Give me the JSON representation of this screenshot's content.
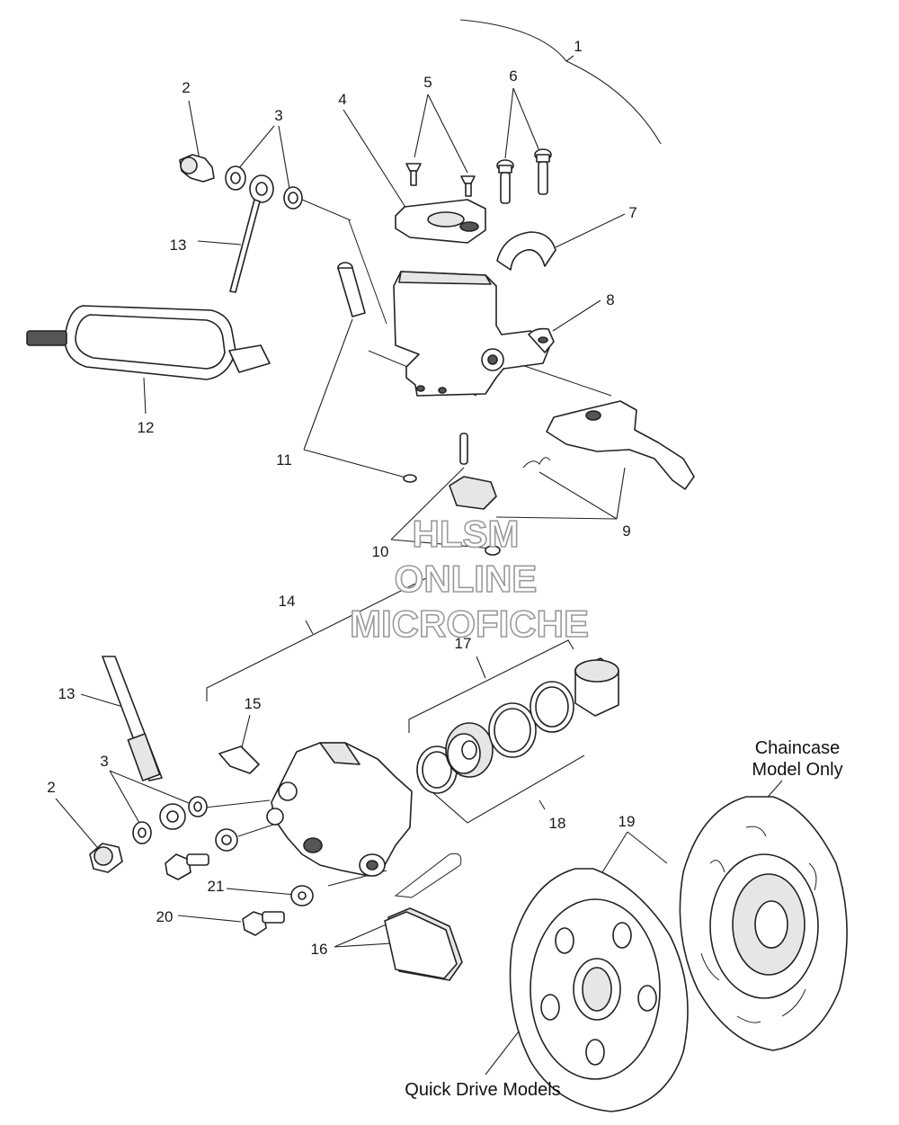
{
  "callouts": {
    "c1": "1",
    "c2a": "2",
    "c3a": "3",
    "c4": "4",
    "c5": "5",
    "c6": "6",
    "c7": "7",
    "c8": "8",
    "c9": "9",
    "c10": "10",
    "c11": "11",
    "c12": "12",
    "c13a": "13",
    "c14": "14",
    "c15": "15",
    "c17": "17",
    "c13b": "13",
    "c3b": "3",
    "c2b": "2",
    "c18": "18",
    "c19": "19",
    "c21": "21",
    "c20": "20",
    "c16": "16"
  },
  "notes": {
    "chaincase_line1": "Chaincase",
    "chaincase_line2": "Model Only",
    "quick_drive": "Quick Drive Models"
  },
  "watermark": {
    "line1": "HLSM",
    "line2": "ONLINE",
    "line3": "MICROFICHE"
  },
  "colors": {
    "line": "#222222",
    "part_fill": "#ffffff",
    "shade": "#e6e6e6",
    "watermark_outline": "#9a9a9a"
  }
}
